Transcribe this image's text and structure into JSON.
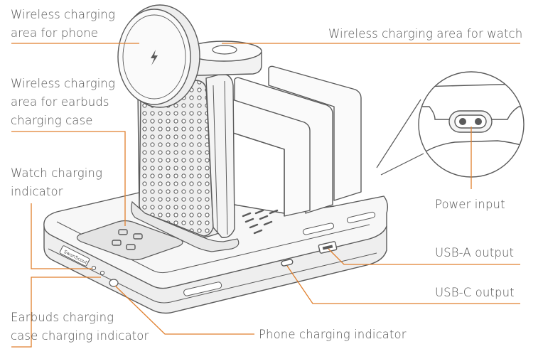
{
  "colors": {
    "leader": "#e07f2d",
    "outline": "#5a5a5a",
    "text": "#555555",
    "fill_light": "#f4f4f4",
    "fill_mid": "#e6e6e6"
  },
  "brand_label": "SwanScout",
  "icons": [
    "bolt-icon"
  ],
  "labels": {
    "phone_area": "Wireless charging\narea for phone",
    "watch_area": "Wireless charging area for watch",
    "earbuds_area": "Wireless charging\narea for earbuds\ncharging case",
    "watch_indicator": "Watch charging\nindicator",
    "power_input": "Power input",
    "usb_a": "USB-A output",
    "usb_c": "USB-C output",
    "earbuds_indicator": "Earbuds charging\ncase charging indicator",
    "phone_indicator": "Phone charging indicator"
  }
}
